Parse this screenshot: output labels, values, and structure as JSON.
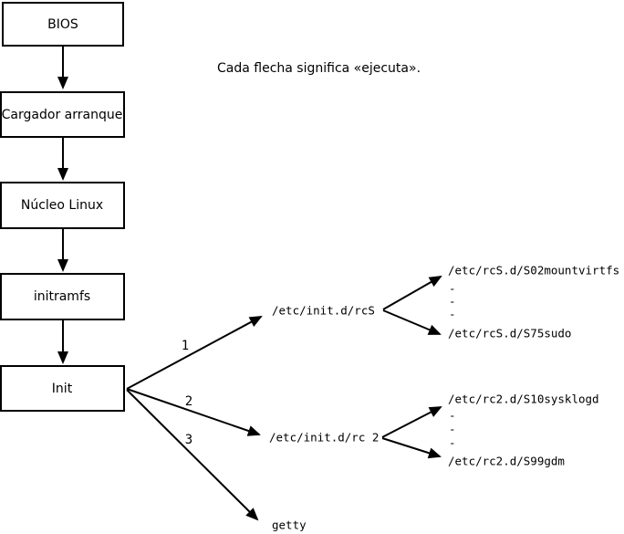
{
  "note": "Cada flecha significa «ejecuta».",
  "chain": [
    {
      "label": "BIOS"
    },
    {
      "label": "Cargador arranque"
    },
    {
      "label": "Núcleo Linux"
    },
    {
      "label": "initramfs"
    },
    {
      "label": "Init"
    }
  ],
  "init_branches": [
    {
      "number": "1",
      "target": "/etc/init.d/rcS"
    },
    {
      "number": "2",
      "target": "/etc/init.d/rc 2"
    },
    {
      "number": "3",
      "target": "getty"
    }
  ],
  "rcS_dir": {
    "first": "/etc/rcS.d/S02mountvirtfs",
    "dots": [
      "-",
      "-",
      "-"
    ],
    "last": "/etc/rcS.d/S75sudo"
  },
  "rc2_dir": {
    "first": "/etc/rc2.d/S10sysklogd",
    "dots": [
      "-",
      "-",
      "-"
    ],
    "last": "/etc/rc2.d/S99gdm"
  },
  "colors": {
    "ink": "#000000",
    "background": "#ffffff"
  }
}
